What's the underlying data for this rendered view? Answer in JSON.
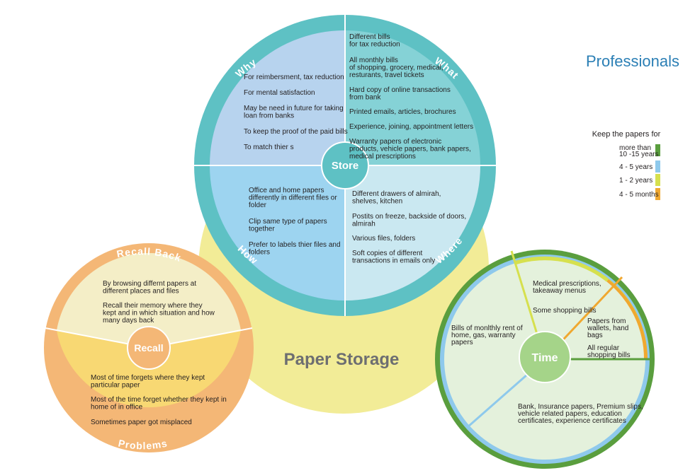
{
  "title": "Paper Storage",
  "audience": "Professionals",
  "legend": {
    "title": "Keep the papers for",
    "items": [
      {
        "label_line1": "more than",
        "label_line2": "10 -15 years",
        "color": "#5a9e3e"
      },
      {
        "label_line1": "4 - 5 years",
        "label_line2": "",
        "color": "#8ec9ec"
      },
      {
        "label_line1": "1 - 2 years",
        "label_line2": "",
        "color": "#d6e04e"
      },
      {
        "label_line1": "4 - 5 months",
        "label_line2": "",
        "color": "#f0a830"
      }
    ]
  },
  "store": {
    "hub": "Store",
    "why": {
      "title": "Why",
      "items": [
        [
          "For reimbersment, tax reduction"
        ],
        [
          "For mental satisfaction"
        ],
        [
          "May be need in future for taking",
          "loan from banks"
        ],
        [
          "To keep the proof of the paid bills"
        ],
        [
          "To match thier s"
        ]
      ]
    },
    "what": {
      "title": "What",
      "items": [
        [
          "Different bills",
          "for tax reduction"
        ],
        [
          "All monthly bills",
          "of shopping, grocery, medical,",
          "resturants, travel tickets"
        ],
        [
          "Hard copy of online transactions",
          "from bank"
        ],
        [
          "Printed emails, articles, brochures"
        ],
        [
          "Experience, joining, appointment letters"
        ],
        [
          "Warranty papers of electronic",
          "products, vehicle papers, bank papers,",
          "medical prescriptions"
        ]
      ]
    },
    "how": {
      "title": "How",
      "items": [
        [
          "Office and home papers",
          "differently in different files or",
          "folder"
        ],
        [
          "Clip same type of papers",
          "together"
        ],
        [
          "Prefer to labels thier files and",
          "folders"
        ]
      ]
    },
    "where": {
      "title": "Where",
      "items": [
        [
          "Different drawers of almirah,",
          "shelves, kitchen"
        ],
        [
          "Postits on freeze, backside of doors,",
          "almirah"
        ],
        [
          "Various files, folders"
        ],
        [
          "Soft copies of different",
          "transactions in emails only"
        ]
      ]
    }
  },
  "recall": {
    "hub": "Recall",
    "recall_back": {
      "title": "Recall Back",
      "items": [
        [
          "By browsing differnt papers at",
          "different places and files"
        ],
        [
          "Recall their memory where they",
          "kept and in which situation and how",
          "many days back"
        ]
      ]
    },
    "problems": {
      "title": "Problems",
      "items": [
        [
          "Most of time forgets where they kept",
          "particular paper"
        ],
        [
          "Most of the time forget whether they kept in",
          "home of in office"
        ],
        [
          "Sometimes paper got misplaced"
        ]
      ]
    }
  },
  "time": {
    "hub": "Time",
    "segments": [
      {
        "lines": [
          "Medical prescriptions,",
          "takeaway menus"
        ],
        "retention": "1 - 2 years"
      },
      {
        "lines": [
          "Some shopping bills"
        ],
        "retention": "1 - 2 years"
      },
      {
        "lines": [
          "Papers from",
          "wallets, hand",
          "bags"
        ],
        "retention": "4 - 5 months"
      },
      {
        "lines": [
          "All regular",
          "shopping bills"
        ],
        "retention": "4 - 5 months"
      },
      {
        "lines": [
          "Bills of monlthly rent of",
          "home, gas, warranty",
          "papers"
        ],
        "retention": "4 - 5 years"
      },
      {
        "lines": [
          "Bank, Insurance papers, Premium slips,",
          "vehicle related papers, education",
          "certificates, experience certificates"
        ],
        "retention": "more than 10 -15 years"
      }
    ]
  }
}
